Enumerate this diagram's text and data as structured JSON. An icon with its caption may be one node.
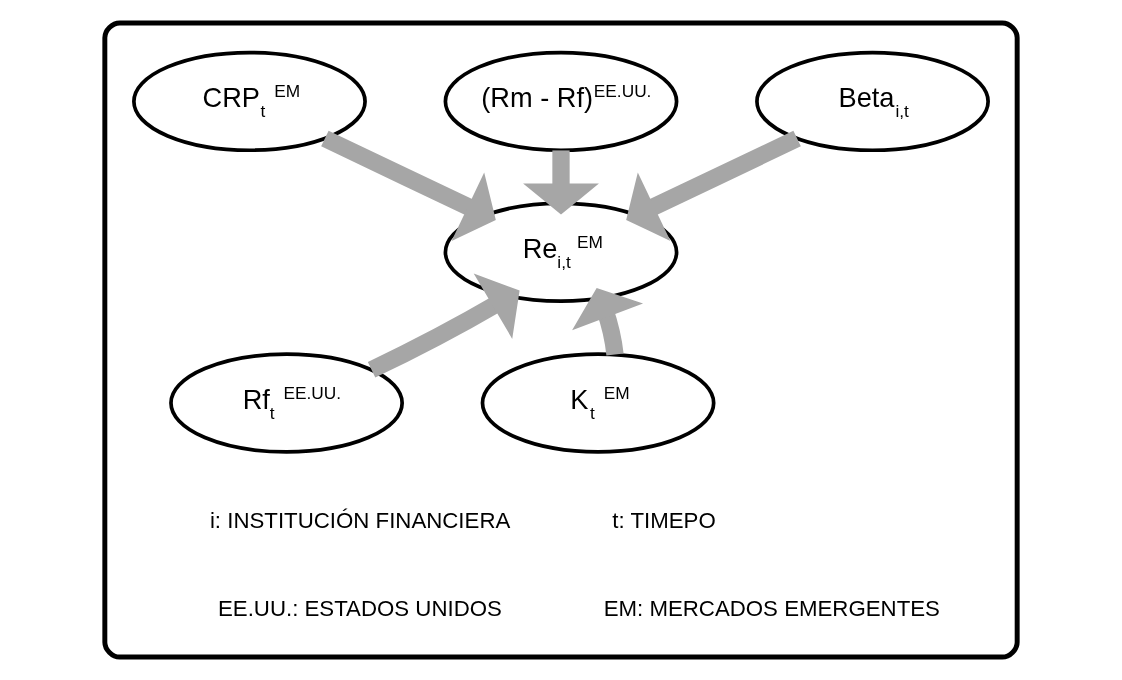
{
  "diagram": {
    "nodes": [
      {
        "text": [],
        "shape": "box"
      },
      {
        "text": [
          "(Rm - Rf)$^{EE.UU.}$"
        ],
        "in": 0
      },
      {
        "text": [
          "Beta$_{i,t}$"
        ],
        "in": 0
      },
      {
        "text": [
          "CRP$_{t}$ $^{EM}$"
        ],
        "in": 0
      },
      {
        "text": [
          "Re$_{i,t}$ $^{EM}$"
        ],
        "in": 0
      },
      {
        "text": [
          "Rf$_{t}$ $^{EE.UU.}$"
        ],
        "in": 0
      },
      {
        "text": [
          "K$_{t}$ $^{EM}$"
        ],
        "in": 0
      }
    ],
    "edges": [
      {
        "from": 2,
        "to": 4,
        "arrow": "to"
      },
      {
        "from": 1,
        "to": 4,
        "arrow": "to"
      },
      {
        "from": 3,
        "to": 4,
        "arrow": "to"
      },
      {
        "from": 5,
        "to": 4,
        "arrow": "to"
      },
      {
        "from": 6,
        "to": 4,
        "arrow": "to"
      }
    ],
    "labels": [
      "i: INSTITUCIÓN FINANCIERA",
      "t: TIMEPO",
      "EE.UU.: ESTADOS UNIDOS",
      "EM: MERCADOS EMERGENTES"
    ]
  }
}
